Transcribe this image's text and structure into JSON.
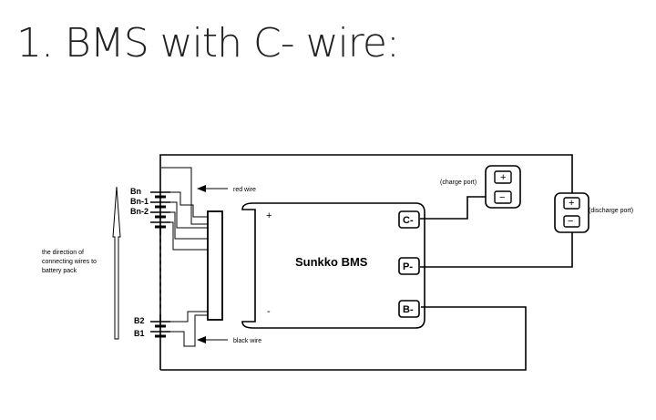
{
  "heading": "1. BMS with C- wire:",
  "diagram": {
    "bms_label": "Sunkko BMS",
    "bms_plus": "+",
    "bms_minus": "-",
    "ports": {
      "c": "C-",
      "p": "P-",
      "b": "B-"
    },
    "charge_port": {
      "label": "(charge port)",
      "plus": "+",
      "minus": "−"
    },
    "discharge_port": {
      "label": "(discharge port)",
      "plus": "+",
      "minus": "−"
    },
    "cells": {
      "bn": "Bn",
      "bn1": "Bn-1",
      "bn2": "Bn-2",
      "b2": "B2",
      "b1": "B1"
    },
    "red_wire": "red wire",
    "black_wire": "black wire",
    "direction_text": [
      "the direction of",
      "connecting wires to",
      "battery pack"
    ]
  }
}
